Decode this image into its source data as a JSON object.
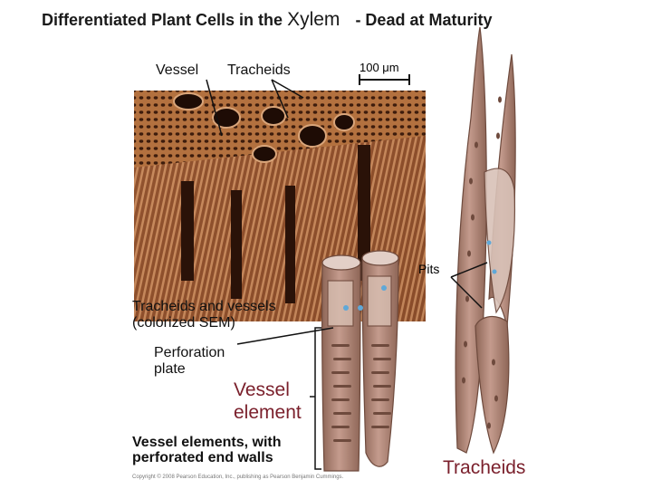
{
  "title": {
    "part1": "Differentiated Plant Cells in the",
    "xylem": "Xylem",
    "part2": "- Dead at Maturity"
  },
  "labels": {
    "vessel": "Vessel",
    "tracheids_top": "Tracheids",
    "scale": "100 μm",
    "pits": "Pits",
    "sem_caption_line1": "Tracheids and vessels",
    "sem_caption_line2": "(colorized SEM)",
    "perforation_line1": "Perforation",
    "perforation_line2": "plate",
    "vessel_element_line1": "Vessel",
    "vessel_element_line2": "element",
    "vessel_elements_caption_line1": "Vessel elements, with",
    "vessel_elements_caption_line2": "perforated end walls",
    "tracheids_bottom": "Tracheids"
  },
  "copyright": "Copyright © 2008 Pearson Education, Inc., publishing as Pearson Benjamin Cummings.",
  "colors": {
    "accent": "#7a1f2b",
    "cell_fill": "#b88f82",
    "cell_dark": "#8e6657",
    "sem_base": "#9a5a36"
  }
}
